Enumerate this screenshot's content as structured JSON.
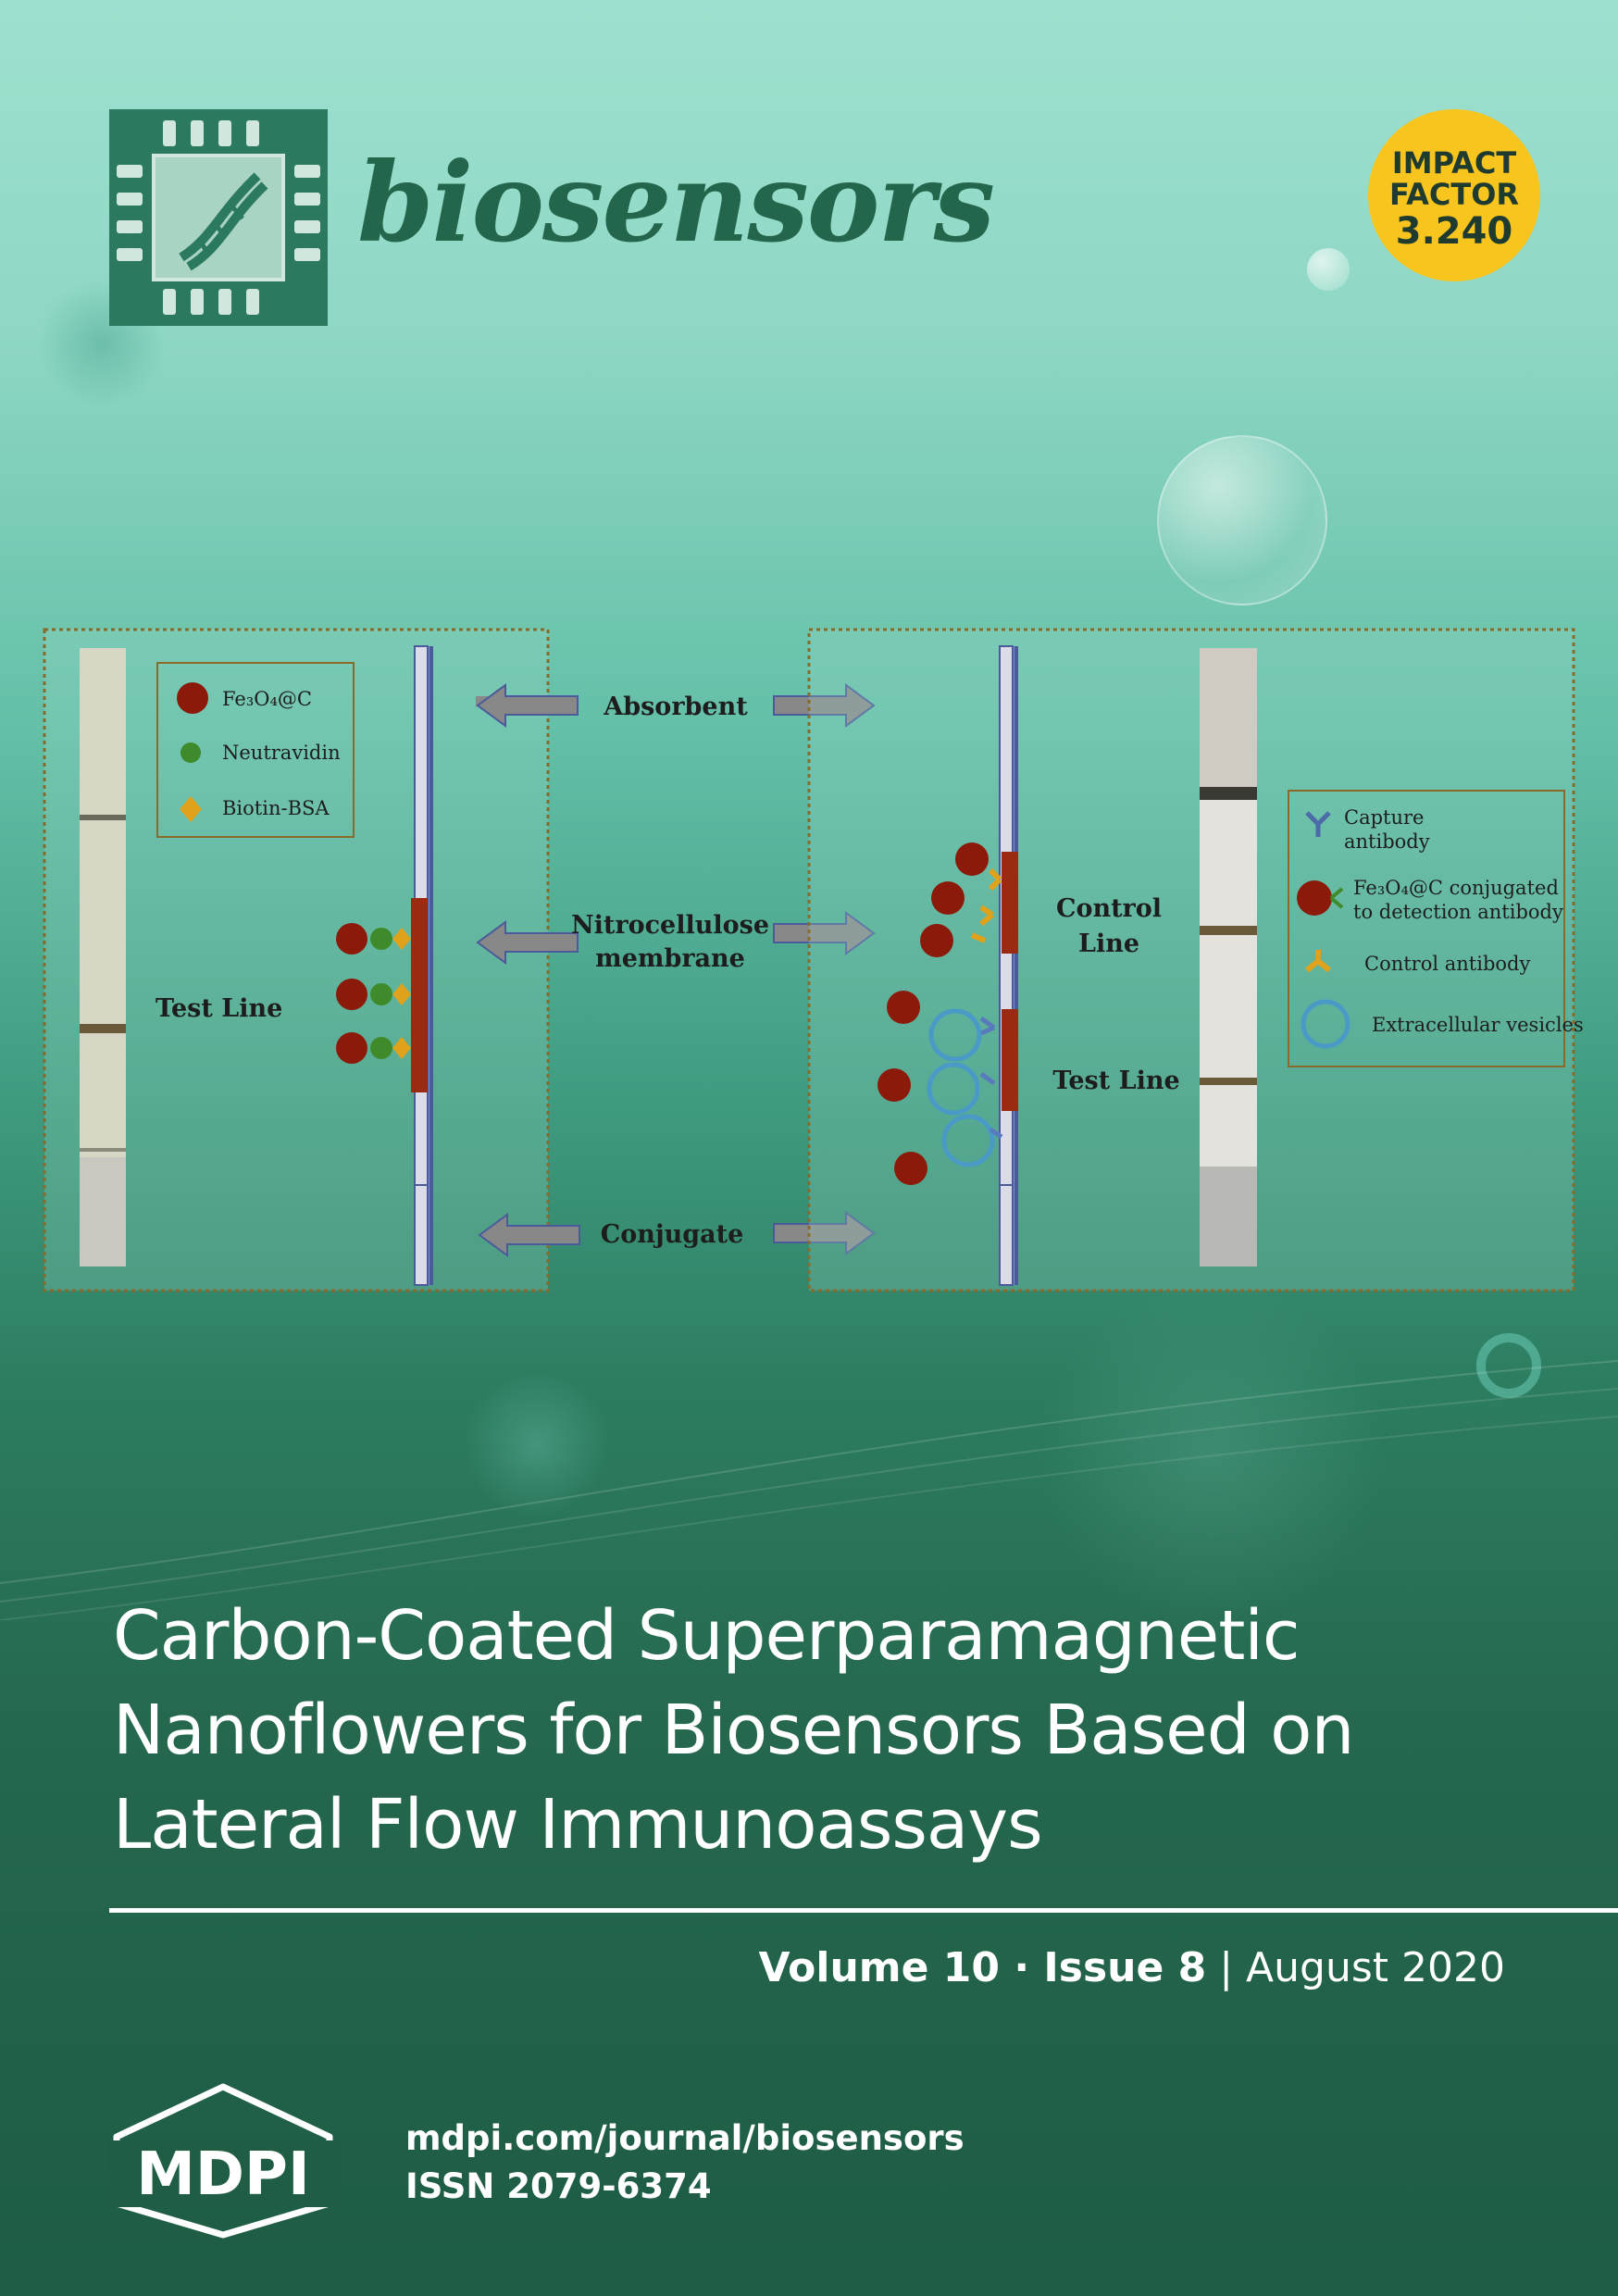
{
  "journal": {
    "name": "biosensors",
    "impact_factor_label_1": "IMPACT",
    "impact_factor_label_2": "FACTOR",
    "impact_factor_value": "3.240"
  },
  "figure": {
    "left_legend": {
      "item1": "Fe₃O₄@C",
      "item2": "Neutravidin",
      "item3": "Biotin-BSA"
    },
    "left_test_line": "Test Line",
    "arrows": {
      "absorbent": "Absorbent",
      "nitrocellulose_1": "Nitrocellulose",
      "nitrocellulose_2": "membrane",
      "conjugate": "Conjugate"
    },
    "right_control_line_1": "Control",
    "right_control_line_2": "Line",
    "right_test_line": "Test Line",
    "right_legend": {
      "capture_1": "Capture",
      "capture_2": "antibody",
      "fe_1": "Fe₃O₄@C conjugated",
      "fe_2": "to detection antibody",
      "control": "Control antibody",
      "vesicles": "Extracellular vesicles"
    }
  },
  "article": {
    "title_line1": "Carbon-Coated Superparamagnetic",
    "title_line2": "Nanoflowers for Biosensors Based on",
    "title_line3": "Lateral Flow Immunoassays"
  },
  "issue": {
    "volume": "Volume 10",
    "dot": " · ",
    "issue": "Issue 8",
    "separator": " | ",
    "date": "August 2020"
  },
  "publisher": {
    "logo_text": "MDPI",
    "url": "mdpi.com/journal/biosensors",
    "issn": "ISSN 2079-6374"
  },
  "colors": {
    "brand_green": "#23664c",
    "badge_yellow": "#f7c51e"
  }
}
